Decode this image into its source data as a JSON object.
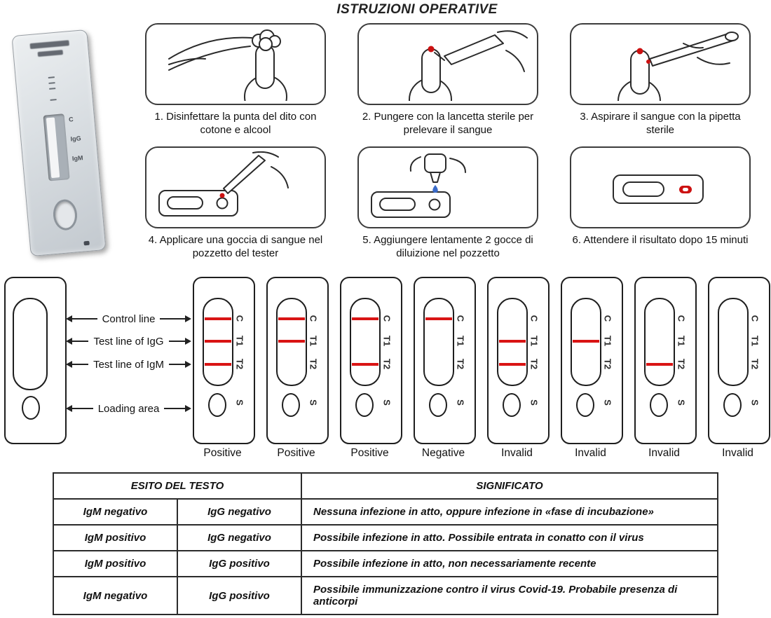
{
  "title": "ISTRUZIONI OPERATIVE",
  "photo": {
    "markings": [
      "C",
      "IgG",
      "IgM"
    ]
  },
  "steps": [
    {
      "caption": "1. Disinfettare la punta del dito con cotone e alcool"
    },
    {
      "caption": "2. Pungere con la lancetta sterile per prelevare il sangue"
    },
    {
      "caption": "3. Aspirare il sangue con la pipetta sterile"
    },
    {
      "caption": "4. Applicare una goccia di sangue nel pozzetto del tester"
    },
    {
      "caption": "5. Aggiungere lentamente 2 gocce di diluizione nel pozzetto"
    },
    {
      "caption": "6. Attendere il risultato dopo 15 minuti"
    }
  ],
  "diagram": {
    "labels": [
      "Control line",
      "Test line of IgG",
      "Test line of IgM",
      "Loading area"
    ]
  },
  "cassette_markings": {
    "control": "C",
    "t1": "T1",
    "t2": "T2",
    "sample": "S"
  },
  "results": [
    {
      "label": "Positive",
      "lines": [
        "C",
        "T1",
        "T2"
      ]
    },
    {
      "label": "Positive",
      "lines": [
        "C",
        "T1"
      ]
    },
    {
      "label": "Positive",
      "lines": [
        "C",
        "T2"
      ]
    },
    {
      "label": "Negative",
      "lines": [
        "C"
      ]
    },
    {
      "label": "Invalid",
      "lines": [
        "T1",
        "T2"
      ]
    },
    {
      "label": "Invalid",
      "lines": [
        "T1"
      ]
    },
    {
      "label": "Invalid",
      "lines": [
        "T2"
      ]
    },
    {
      "label": "Invalid",
      "lines": []
    }
  ],
  "table": {
    "headers": {
      "esito": "ESITO DEL TESTO",
      "significato": "SIGNIFICATO"
    },
    "rows": [
      {
        "igm": "IgM negativo",
        "igg": "IgG negativo",
        "significato": "Nessuna infezione in atto, oppure infezione in «fase di incubazione»"
      },
      {
        "igm": "IgM positivo",
        "igg": "IgG negativo",
        "significato": "Possibile infezione in atto. Possibile entrata in conatto con il virus"
      },
      {
        "igm": "IgM positivo",
        "igg": "IgG positivo",
        "significato": "Possibile infezione in atto, non necessariamente recente"
      },
      {
        "igm": "IgM negativo",
        "igg": "IgG positivo",
        "significato": "Possibile immunizzazione contro il virus Covid-19. Probabile presenza di anticorpi"
      }
    ]
  },
  "colors": {
    "line_red": "#d91414",
    "drop_blue": "#3a6bc9",
    "drop_red": "#cc1111",
    "ink": "#1a1a1a"
  }
}
